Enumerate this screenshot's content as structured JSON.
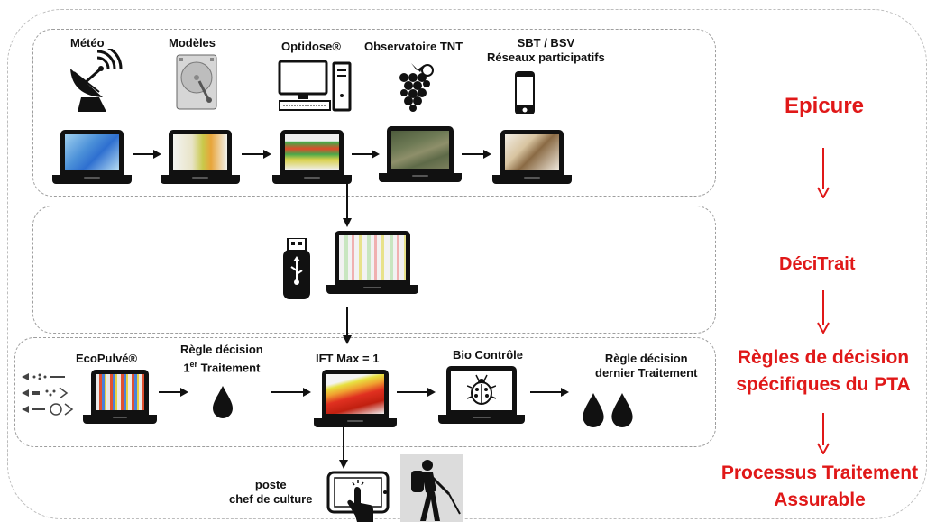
{
  "top_row": {
    "meteo": "Météo",
    "modeles": "Modèles",
    "optidose": "Optidose®",
    "observatoire": "Observatoire TNT",
    "sbt_line1": "SBT / BSV",
    "sbt_line2": "Réseaux participatifs"
  },
  "bottom_row": {
    "ecopulve": "EcoPulvé®",
    "regle1_line1": "Règle décision",
    "regle1_line2_base": "1",
    "regle1_line2_sup": "er",
    "regle1_line2_rest": " Traitement",
    "ift": "IFT Max = 1",
    "bio": "Bio Contrôle",
    "regle2_line1": "Règle décision",
    "regle2_line2": "dernier Traitement"
  },
  "footer": {
    "poste_line1": "poste",
    "poste_line2": "chef de culture"
  },
  "right_column": {
    "epicure": "Epicure",
    "decitrait": "DéciTrait",
    "regles_line1": "Règles de décision",
    "regles_line2": "spécifiques du PTA",
    "processus_line1": "Processus Traitement",
    "processus_line2": "Assurable"
  },
  "colors": {
    "accent_red": "#e01818",
    "line": "#111111"
  },
  "icons": {
    "meteo": "satellite-dish-icon",
    "modeles": "hard-drive-icon",
    "optidose": "desktop-computer-icon",
    "observatoire": "grapes-icon",
    "sbt": "smartphone-icon",
    "usb": "usb-key-icon",
    "ecopulve": "spray-nozzles-icon",
    "drop": "water-drop-icon",
    "bio": "ladybug-icon",
    "tablet": "tablet-touch-icon",
    "sprayer": "backpack-sprayer-icon"
  }
}
